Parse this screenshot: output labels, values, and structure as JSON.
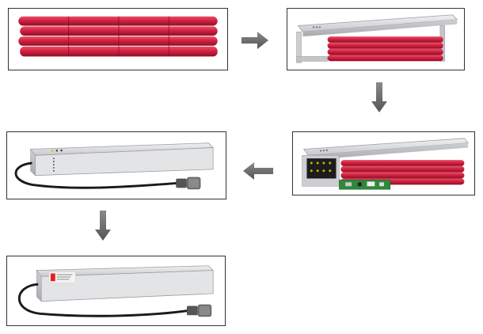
{
  "diagram": {
    "steps": [
      {
        "id": "step-1",
        "depicts": "battery-cells"
      },
      {
        "id": "step-2",
        "depicts": "cells-in-open-casing"
      },
      {
        "id": "step-3",
        "depicts": "casing-with-circuit-board"
      },
      {
        "id": "step-4",
        "depicts": "closed-pack-with-cable"
      },
      {
        "id": "step-5",
        "depicts": "labeled-pack-with-cable"
      }
    ],
    "arrows": [
      "arrow-right",
      "arrow-down",
      "arrow-left",
      "arrow-down"
    ]
  },
  "colors": {
    "cell_red": "#d42040",
    "cell_dark": "#8e1026",
    "casing_gray": "#d9dadc",
    "pcb_green": "#2e8a3a",
    "arrow_gray": "#6e6e6e",
    "cable_black": "#1a1a1a",
    "label_red": "#e02020"
  }
}
